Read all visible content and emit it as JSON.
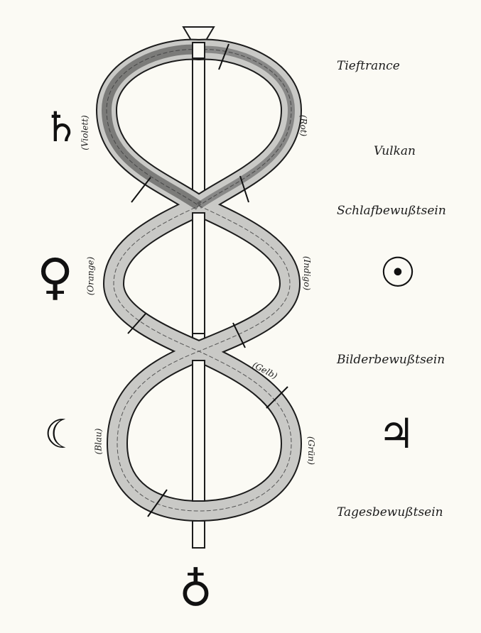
{
  "levels": {
    "tieftrance": "Tieftrance",
    "vulkan": "Vulkan",
    "schlaf": "Schlafbewußtsein",
    "bilder": "Bilderbewußtsein",
    "tages": "Tagesbewußtsein"
  },
  "colors": {
    "violett": "(Violett)",
    "rot": "(Rot)",
    "orange": "(Orange)",
    "indigo": "(Indigo)",
    "gelb": "(Gelb)",
    "blau": "(Blau)",
    "gruen": "(Grün)"
  },
  "symbols": {
    "saturn": "♄",
    "venus": "♀",
    "sun": "☉",
    "moon": "☾",
    "jupiter": "♃",
    "earth": "♁"
  },
  "palette": {
    "paper": "#fbfaf4",
    "ink": "#1c1c1c",
    "band": "#c9c9c6"
  }
}
